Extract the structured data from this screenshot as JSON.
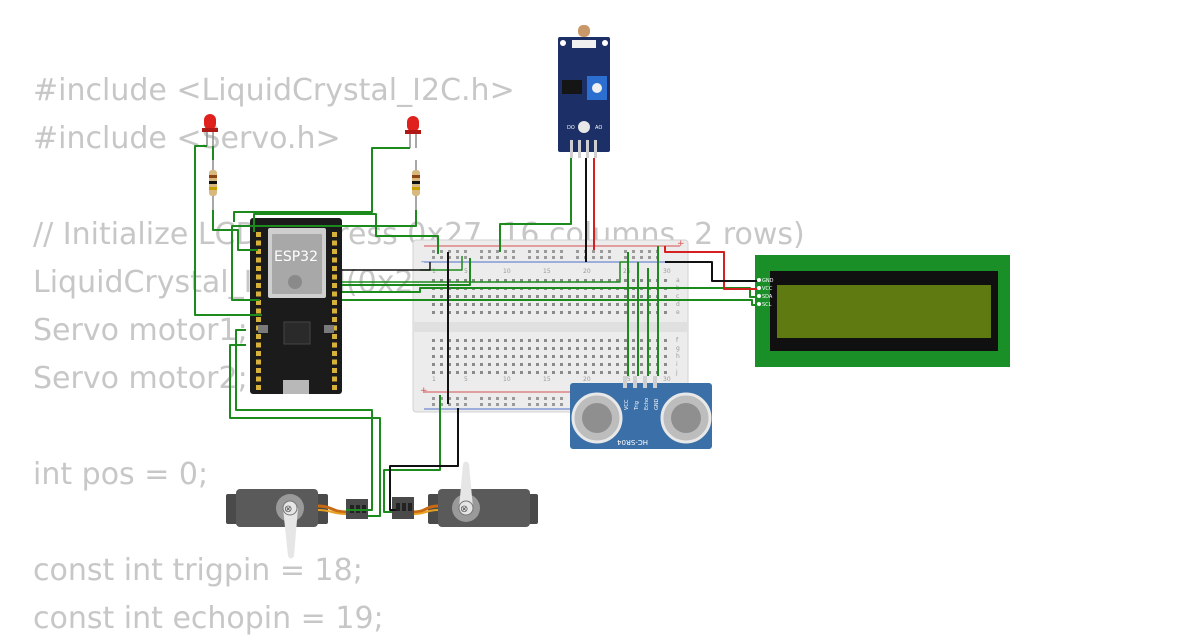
{
  "code_lines": [
    "#include <LiquidCrystal_I2C.h>",
    "#include <Servo.h>",
    "",
    "// Initialize LCD (address 0x27, 16 columns, 2 rows)",
    "LiquidCrystal_I2C lcd(0x27, 16, 2);",
    "Servo motor1;",
    "Servo motor2;",
    "",
    "int pos = 0;",
    "",
    "const int trigpin = 18;",
    "const int echopin = 19;"
  ],
  "esp32": {
    "label": "ESP32"
  },
  "lcd": {
    "pins": [
      "GND",
      "VCC",
      "SDA",
      "SCL"
    ]
  },
  "ultrasonic": {
    "label": "HC-SR04",
    "pins": [
      "VCC",
      "Trig",
      "Echo",
      "GND"
    ]
  },
  "breadboard": {
    "col_numbers": [
      "1",
      "5",
      "10",
      "15",
      "20",
      "25",
      "30"
    ],
    "row_letters_top": [
      "a",
      "b",
      "c",
      "d",
      "e"
    ],
    "row_letters_bottom": [
      "f",
      "g",
      "h",
      "i",
      "j"
    ],
    "rail_plus": "+",
    "rail_minus": "-"
  },
  "ldr_module": {
    "pin_labels": [
      "DO",
      "AO"
    ]
  },
  "colors": {
    "wire_green": "#1d8a1d",
    "wire_red": "#d42020",
    "wire_black": "#111111",
    "esp32_board": "#1b1b1b",
    "lcd_pcb": "#1a8f28",
    "lcd_screen": "#5e7a10",
    "ultrasonic_pcb": "#3a6fa8",
    "ldr_pcb": "#1c2f66",
    "led_red": "#e0201c",
    "code_text": "#c7c7c7"
  },
  "icons": [
    "resistor",
    "led",
    "servo-horn",
    "potentiometer"
  ]
}
